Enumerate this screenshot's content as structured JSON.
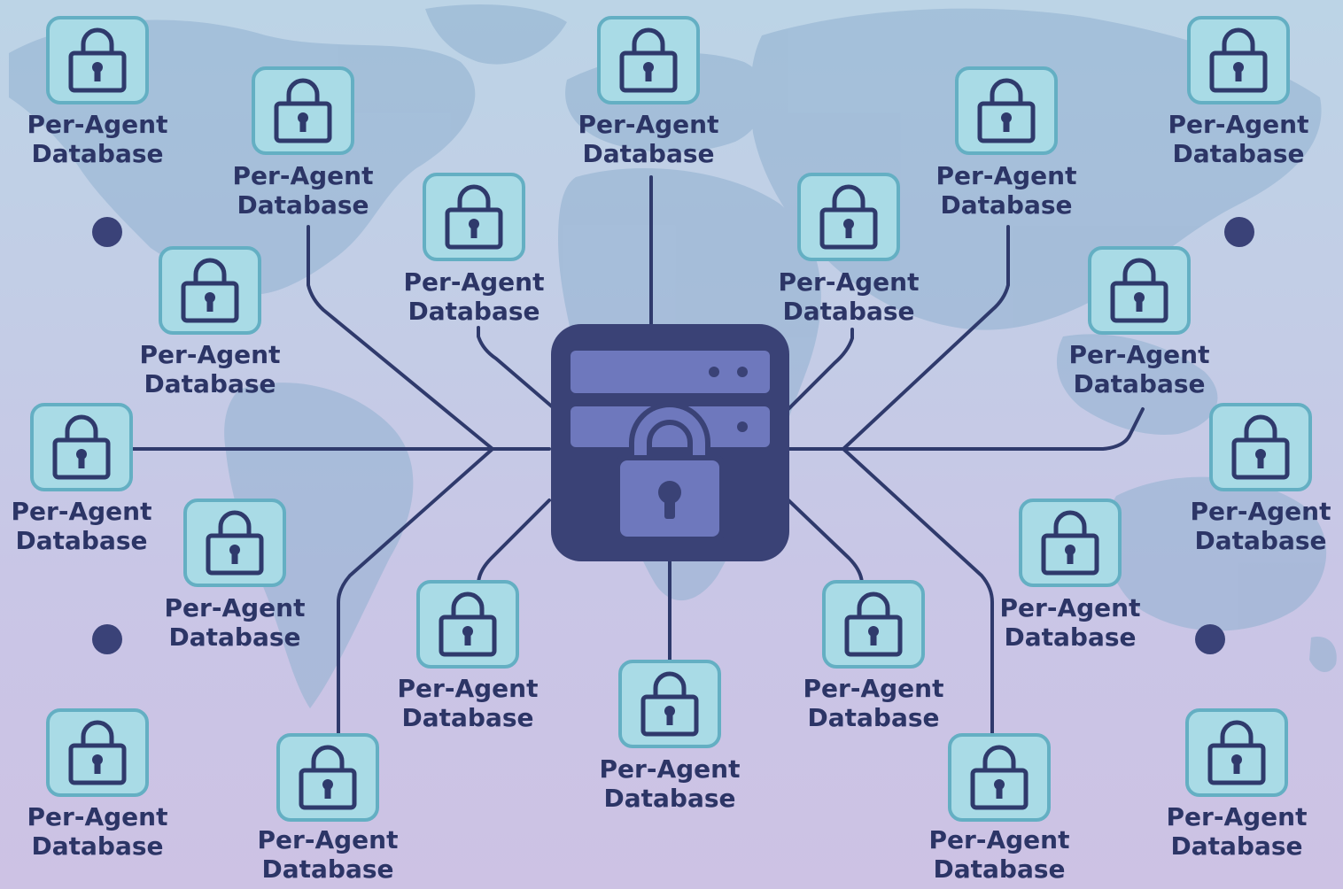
{
  "diagram": {
    "label_line1": "Per-Agent",
    "label_line2": "Database",
    "hub_name": "central-secure-server",
    "node_icon": "padlock-icon",
    "hub_icon": "server-lock-icon",
    "colors": {
      "line": "#2f3a6c",
      "tile_fill": "#a9dbe6",
      "tile_border": "#64afc3",
      "hub_fill": "#3a4276",
      "hub_rack": "#6e78bd",
      "text": "#2c3566"
    },
    "nodes": [
      {
        "id": "per-agent-db-1"
      },
      {
        "id": "per-agent-db-2"
      },
      {
        "id": "per-agent-db-3"
      },
      {
        "id": "per-agent-db-4"
      },
      {
        "id": "per-agent-db-5"
      },
      {
        "id": "per-agent-db-6"
      },
      {
        "id": "per-agent-db-7"
      },
      {
        "id": "per-agent-db-8"
      },
      {
        "id": "per-agent-db-9"
      },
      {
        "id": "per-agent-db-10"
      },
      {
        "id": "per-agent-db-11"
      },
      {
        "id": "per-agent-db-12"
      },
      {
        "id": "per-agent-db-13"
      },
      {
        "id": "per-agent-db-14"
      },
      {
        "id": "per-agent-db-15"
      },
      {
        "id": "per-agent-db-16"
      },
      {
        "id": "per-agent-db-17"
      },
      {
        "id": "per-agent-db-18"
      },
      {
        "id": "per-agent-db-19"
      },
      {
        "id": "per-agent-db-20"
      },
      {
        "id": "per-agent-db-21"
      },
      {
        "id": "per-agent-db-22"
      }
    ]
  }
}
